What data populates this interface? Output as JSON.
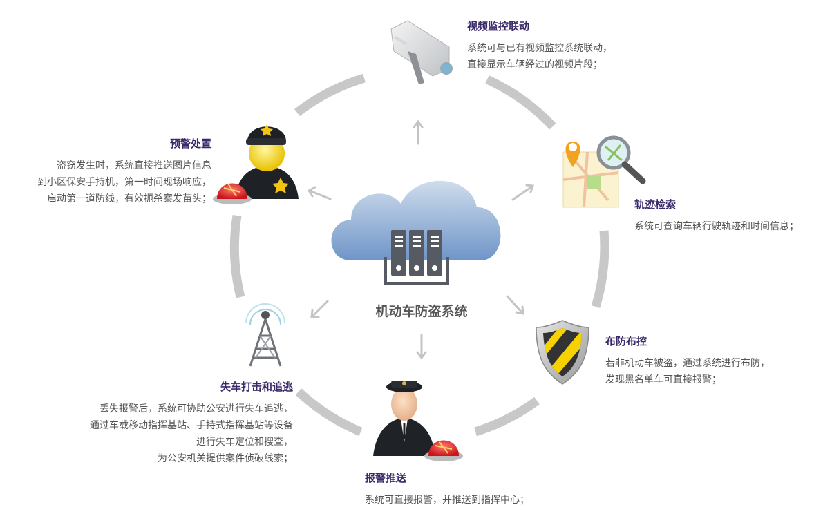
{
  "center": {
    "label": "机动车防盗系统"
  },
  "modules": [
    {
      "id": "video",
      "title": "视频监控联动",
      "lines": [
        "系统可与已有视频监控系统联动，",
        "直接显示车辆经过的视频片段；"
      ],
      "icon": "security-camera-icon"
    },
    {
      "id": "track",
      "title": "轨迹检索",
      "lines": [
        "系统可查询车辆行驶轨迹和时间信息；"
      ],
      "icon": "map-search-icon"
    },
    {
      "id": "arm",
      "title": "布防布控",
      "lines": [
        "若非机动车被盗，通过系统进行布防，",
        "发现黑名单车可直接报警；"
      ],
      "icon": "shield-icon"
    },
    {
      "id": "alarm",
      "title": "报警推送",
      "lines": [
        "系统可直接报警，并推送到指挥中心；"
      ],
      "icon": "officer-siren-icon"
    },
    {
      "id": "pursuit",
      "title": "失车打击和追逃",
      "lines": [
        "丢失报警后，系统可协助公安进行失车追逃，",
        "通过车载移动指挥基站、手持式指挥基站等设备",
        "进行失车定位和搜查，",
        "为公安机关提供案件侦破线索；"
      ],
      "icon": "radio-tower-icon"
    },
    {
      "id": "warning",
      "title": "预警处置",
      "lines": [
        "盗窃发生时，系统直接推送图片信息",
        "到小区保安手持机，第一时间现场响应，",
        "启动第一道防线，有效扼杀案发苗头；"
      ],
      "icon": "guard-siren-icon"
    }
  ]
}
